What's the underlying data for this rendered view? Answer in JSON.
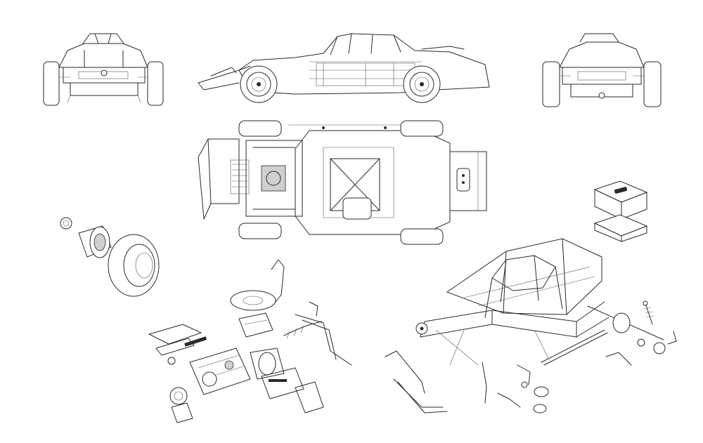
{
  "drawing": {
    "line_color": "#2a2a2a",
    "background": "#ffffff",
    "views": [
      "front-view",
      "side-view",
      "rear-view",
      "top-view",
      "exploded-parts"
    ]
  }
}
